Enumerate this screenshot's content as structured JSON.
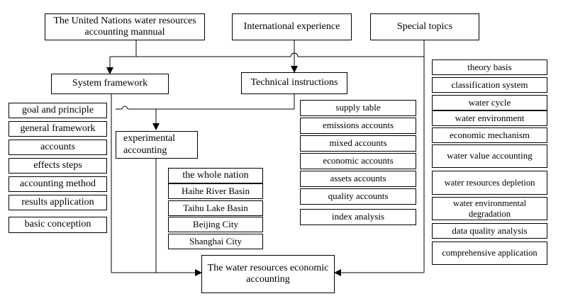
{
  "top": {
    "un_manual": "The United Nations water resources accounting mannual",
    "intl_experience": "International experience",
    "special_topics": "Special topics"
  },
  "mid": {
    "system_framework": "System framework",
    "technical_instructions": "Technical instructions",
    "experimental_accounting": "experimental accounting",
    "result": "The water resources economic accounting"
  },
  "framework_items": [
    "goal and principle",
    "general framework",
    "accounts",
    "effects steps",
    "accounting method",
    "results application",
    "basic conception"
  ],
  "experimental_items": [
    "the whole nation",
    "Haihe River Basin",
    "Taihu Lake Basin",
    "Beijing City",
    "Shanghai City"
  ],
  "technical_items": [
    "supply table",
    "emissions accounts",
    "mixed accounts",
    "economic accounts",
    "assets accounts",
    "quality accounts",
    "index analysis"
  ],
  "special_items": [
    "theory basis",
    "classification system",
    "water cycle",
    "water environment",
    "economic mechanism",
    "water value accounting",
    "water resources depletion",
    "water environmental degradation",
    "data quality analysis",
    "comprehensive application"
  ]
}
